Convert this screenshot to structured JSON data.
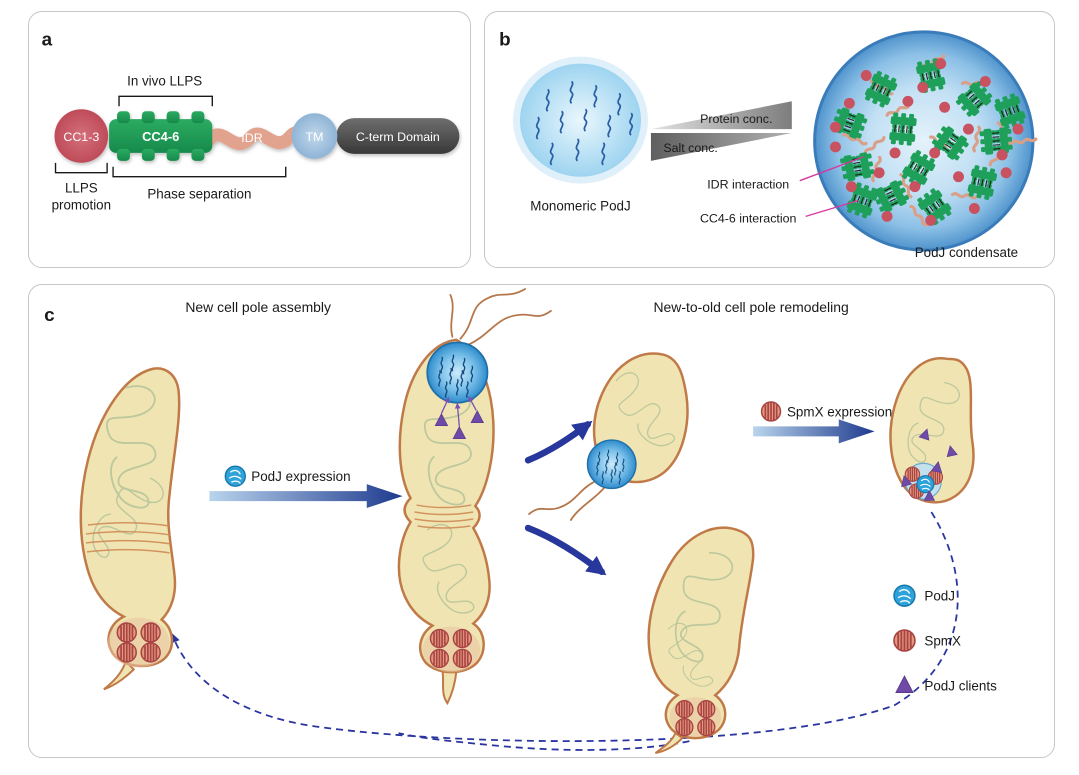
{
  "panel_a": {
    "label": "a",
    "in_vivo_llps": "In vivo LLPS",
    "domains": {
      "cc13": "CC1-3",
      "cc46": "CC4-6",
      "idr": "IDR",
      "tm": "TM",
      "cterm": "C-term Domain"
    },
    "llps_promotion_line1": "LLPS",
    "llps_promotion_line2": "promotion",
    "phase_separation": "Phase separation"
  },
  "panel_b": {
    "label": "b",
    "monomeric_podj": "Monomeric PodJ",
    "protein_conc": "Protein conc.",
    "salt_conc": "Salt conc.",
    "idr_interaction": "IDR interaction",
    "cc46_interaction": "CC4-6 interaction",
    "podj_condensate": "PodJ condensate"
  },
  "panel_c": {
    "label": "c",
    "heading_left": "New cell pole assembly",
    "heading_right": "New-to-old cell pole remodeling",
    "podj_expression": "PodJ expression",
    "spmx_expression": "SpmX expression",
    "legend": {
      "podj": "PodJ",
      "spmx": "SpmX",
      "podj_clients": "PodJ clients"
    }
  },
  "colors": {
    "cc13_red": "#c8525f",
    "cc46_green": "#1fa05a",
    "idr_salmon": "#e2a38e",
    "tm_blue": "#9fc0dd",
    "cterm_gray": "#4a4a4a",
    "condensate_blue": "#4f93cc",
    "cell_fill": "#f0e5b2",
    "cell_stroke": "#c07a48",
    "podj_icon_blue": "#2ea3db",
    "spmx_salmon": "#e59a7e",
    "client_purple": "#6f4aa8",
    "arrow_navy": "#1e3a8e",
    "magenta_pointer": "#d4399e"
  }
}
